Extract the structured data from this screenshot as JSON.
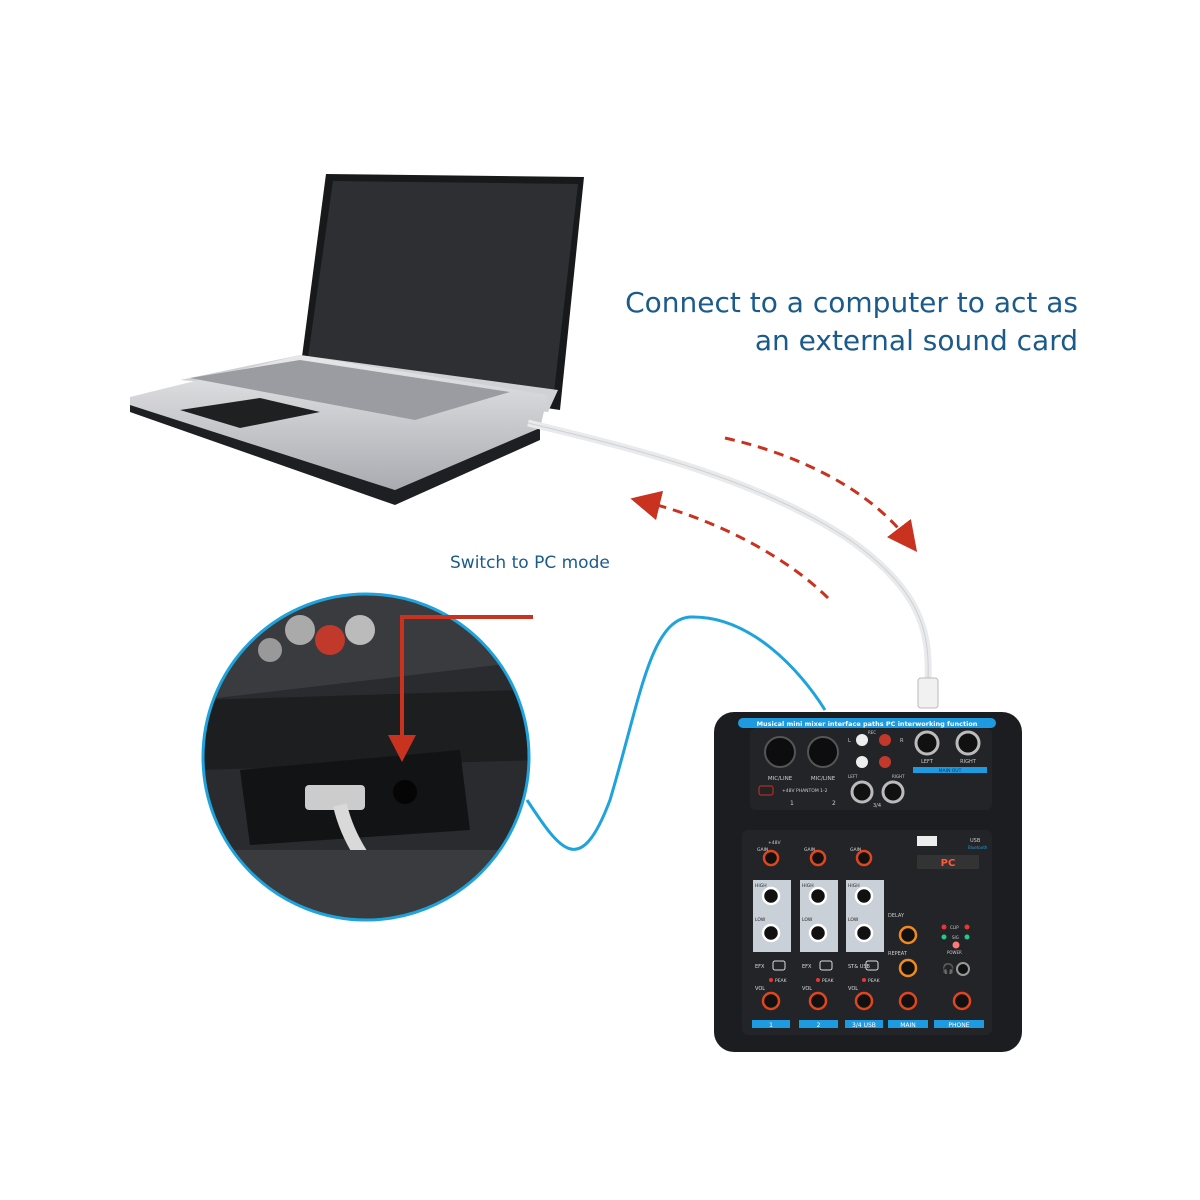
{
  "headline": {
    "line1": "Connect to a computer to act as",
    "line2": "an external sound card"
  },
  "note": "Switch to PC mode",
  "colors": {
    "headline": "#1b5b8c",
    "arrow": "#c8321e",
    "cable_blue": "#1ea3dc",
    "mixer_body": "#1c1d20",
    "mixer_accent": "#1e9be0",
    "knob_ring": "#e0461e"
  },
  "mixer": {
    "banner": "Musical mini mixer interface paths PC interworking function",
    "mic1": "MIC/LINE",
    "mic2": "MIC/LINE",
    "phantom": "+48V PHANTOM 1-2",
    "ch1": "1",
    "ch2": "2",
    "rec_l": "L",
    "rec_r": "R",
    "rec": "REC",
    "in_left": "LEFT",
    "in_right": "RIGHT",
    "in34": "3/4",
    "out_left": "LEFT",
    "out_right": "RIGHT",
    "main_out": "MAIN OUT",
    "plus48": "+48V",
    "gain": "GAIN",
    "high": "HIGH",
    "low": "LOW",
    "efx": "EFX",
    "st_usb": "ST& USB",
    "peak": "PEAK",
    "vol": "VOL",
    "usb": "USB",
    "bluetooth": "Bluetooth",
    "display": "PC",
    "delay": "DELAY",
    "repeat": "REPEAT",
    "clip": "CLIP",
    "sig": "SIG",
    "power": "POWER",
    "strips": [
      "1",
      "2",
      "3/4 USB",
      "MAIN",
      "PHONE"
    ]
  }
}
